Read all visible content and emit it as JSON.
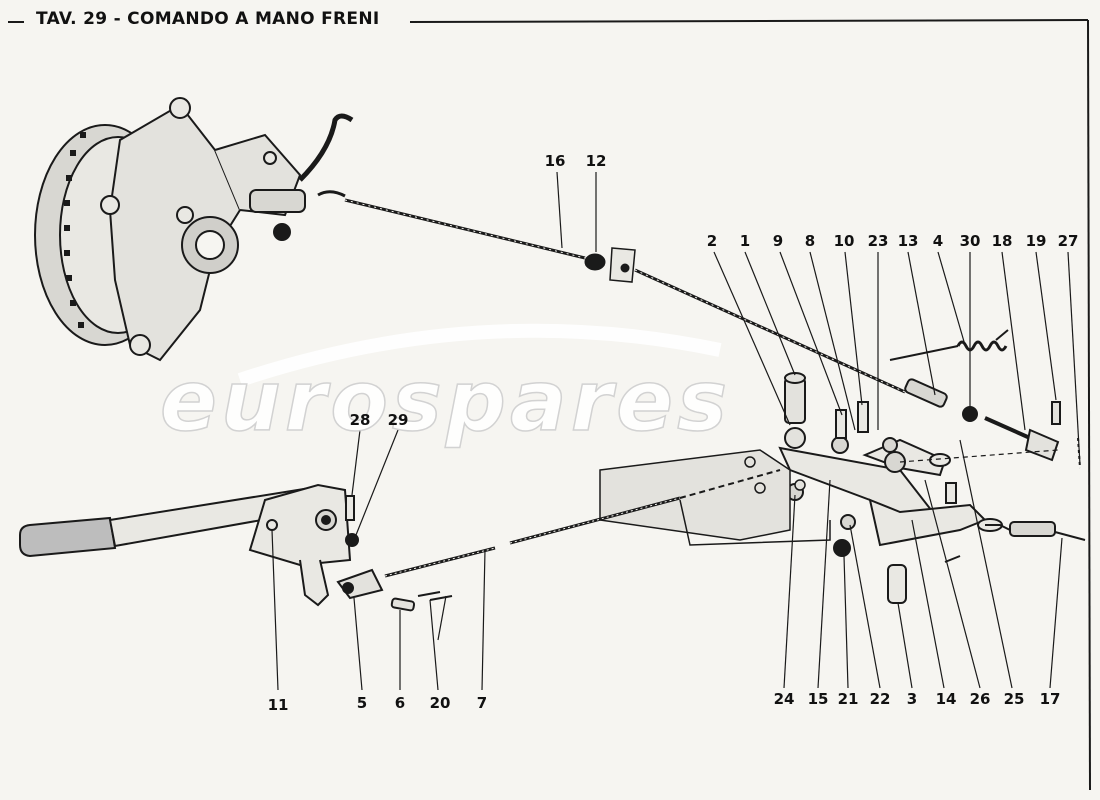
{
  "plate": {
    "title": "TAV. 29 - COMANDO A MANO FRENI"
  },
  "watermark": {
    "text": "eurospares",
    "color": "#ffffff"
  },
  "callouts": {
    "c1": "1",
    "c2": "2",
    "c3": "3",
    "c4": "4",
    "c5": "5",
    "c6": "6",
    "c7": "7",
    "c8": "8",
    "c9": "9",
    "c10": "10",
    "c11": "11",
    "c12": "12",
    "c13": "13",
    "c14": "14",
    "c15": "15",
    "c16": "16",
    "c17": "17",
    "c18": "18",
    "c19": "19",
    "c20": "20",
    "c21": "21",
    "c22": "22",
    "c23": "23",
    "c24": "24",
    "c25": "25",
    "c26": "26",
    "c27": "27",
    "c28": "28",
    "c29": "29",
    "c30": "30"
  },
  "colors": {
    "ink": "#1a1a1a",
    "paper": "#f6f5f1",
    "shade": "#bdbdbd"
  }
}
